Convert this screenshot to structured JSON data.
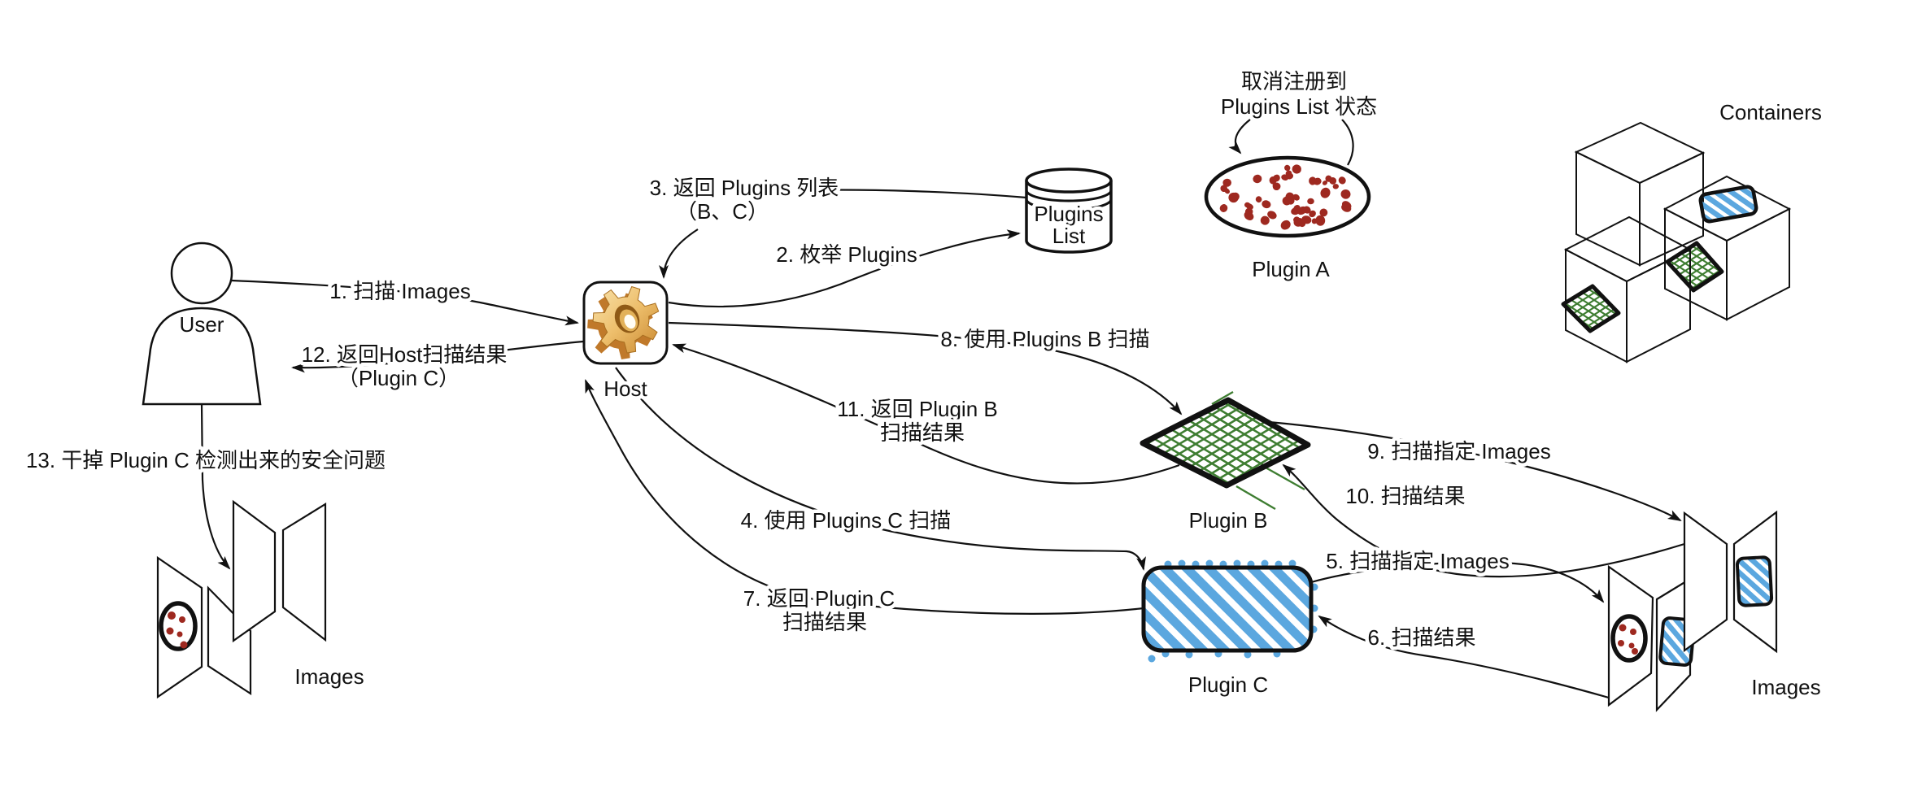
{
  "diagram": {
    "labels": {
      "user": "User",
      "host": "Host",
      "plugins_list_1": "Plugins",
      "plugins_list_2": "List",
      "plugin_a": "Plugin A",
      "plugin_b": "Plugin B",
      "plugin_c": "Plugin C",
      "containers": "Containers",
      "images_left": "Images",
      "images_right": "Images",
      "plugin_a_note_1": "取消注册到",
      "plugin_a_note_2": "Plugins List 状态"
    },
    "steps": {
      "s1": "1. 扫描 Images",
      "s2": "2. 枚举 Plugins",
      "s3a": "3. 返回 Plugins 列表",
      "s3b": "（B、C）",
      "s4": "4. 使用 Plugins C 扫描",
      "s5": "5. 扫描指定 Images",
      "s6": "6. 扫描结果",
      "s7a": "7. 返回 Plugin C",
      "s7b": "扫描结果",
      "s8": "8. 使用 Plugins B 扫描",
      "s9": "9. 扫描指定 Images",
      "s10": "10. 扫描结果",
      "s11a": "11. 返回 Plugin B",
      "s11b": "扫描结果",
      "s12a": "12. 返回Host扫描结果",
      "s12b": "（Plugin C）",
      "s13": "13. 干掉 Plugin C 检测出来的安全问题"
    },
    "colors": {
      "line": "#111111",
      "plugin_green": "#3E7D31",
      "plugin_blue": "#5BA7DF",
      "dot_red": "#9E2920",
      "gear_gold_light": "#F9E3AC",
      "gear_gold_mid": "#EDBE6B",
      "gear_gold_dark": "#C9882F"
    }
  }
}
